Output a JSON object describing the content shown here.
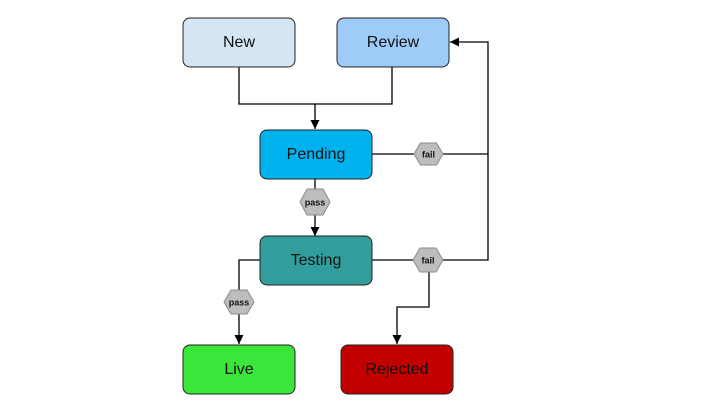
{
  "diagram": {
    "nodes": {
      "new": {
        "label": "New",
        "color": "#d4e6f4"
      },
      "review": {
        "label": "Review",
        "color": "#9fcbf9"
      },
      "pending": {
        "label": "Pending",
        "color": "#00b2ee"
      },
      "testing": {
        "label": "Testing",
        "color": "#319e9d"
      },
      "live": {
        "label": "Live",
        "color": "#3be63b"
      },
      "rejected": {
        "label": "Rejected",
        "color": "#c30000"
      }
    },
    "conditions": {
      "pending_fail": "fail",
      "pending_pass": "pass",
      "testing_fail": "fail",
      "testing_pass": "pass"
    }
  }
}
